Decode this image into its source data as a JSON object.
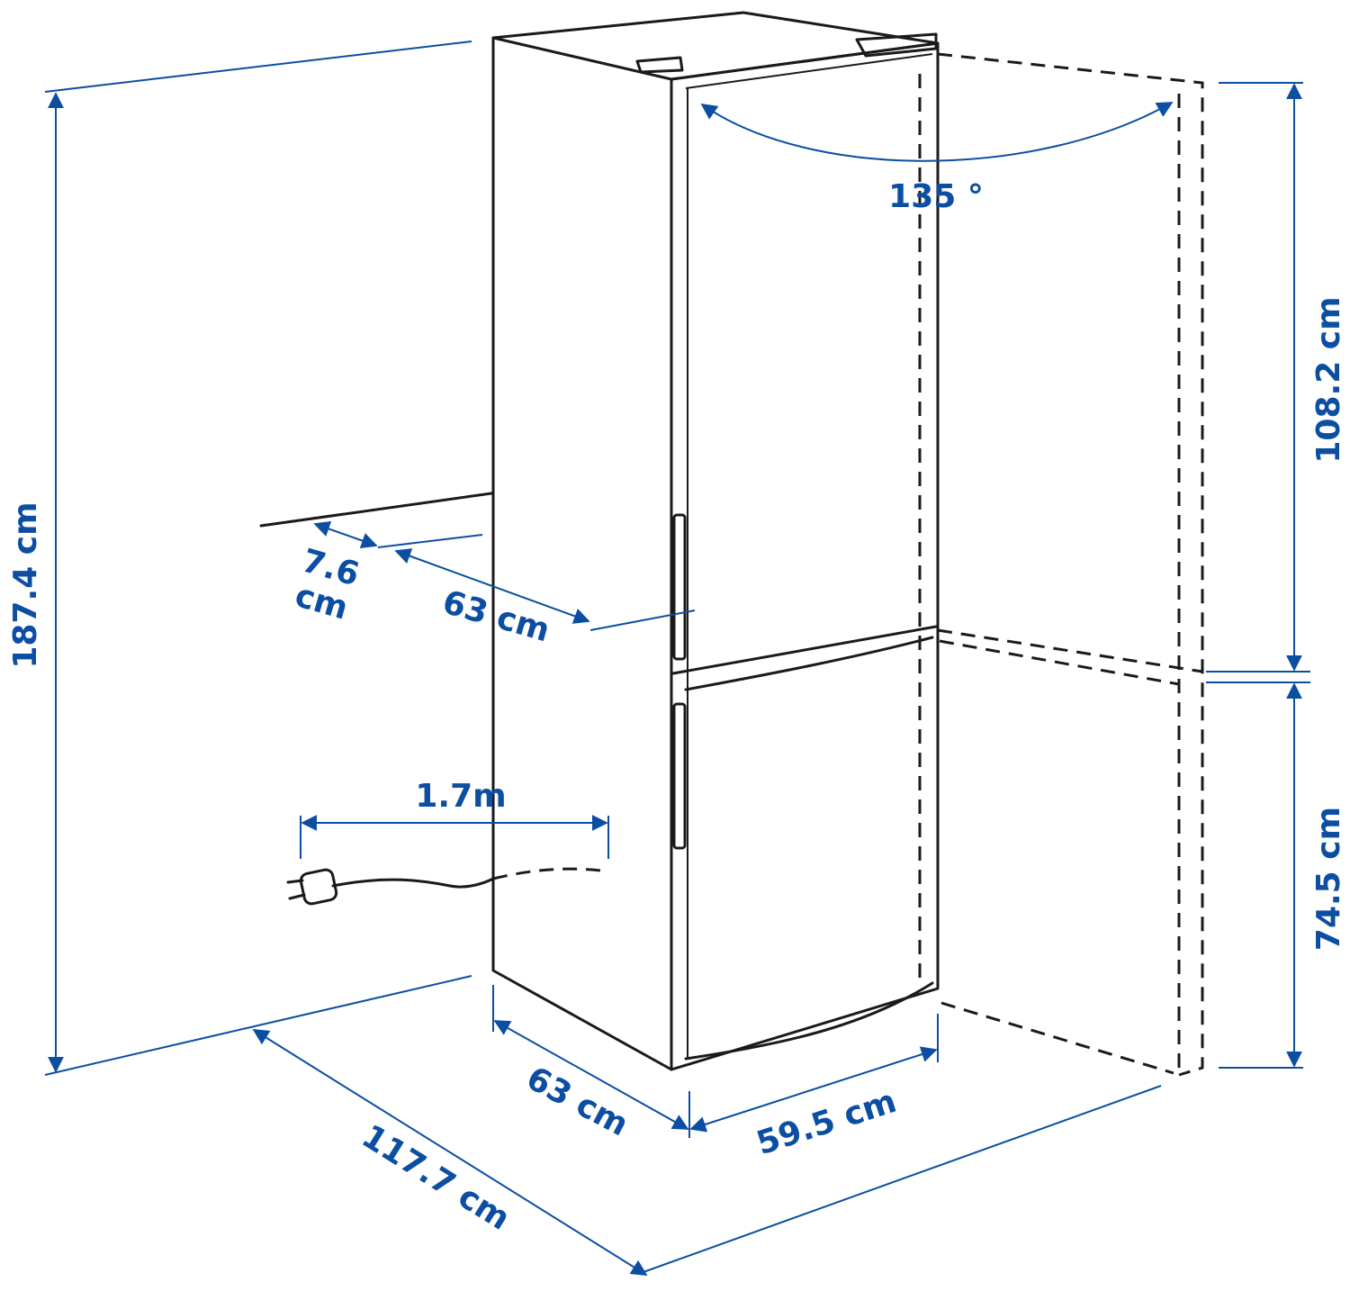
{
  "colors": {
    "dimension": "#0b4ea2",
    "outline": "#1a1a1a",
    "background": "#ffffff"
  },
  "dimensions": {
    "total_height": "187.4 cm",
    "fridge_height": "108.2 cm",
    "freezer_height": "74.5 cm",
    "door_opening_angle": "135 °",
    "wall_gap_value": "7.6",
    "wall_gap_unit": "cm",
    "depth_top": "63 cm",
    "cord_length": "1.7m",
    "depth_bottom": "63 cm",
    "width": "59.5 cm",
    "depth_door_open": "117.7 cm"
  },
  "icons": {
    "plug": "power-plug-icon"
  }
}
